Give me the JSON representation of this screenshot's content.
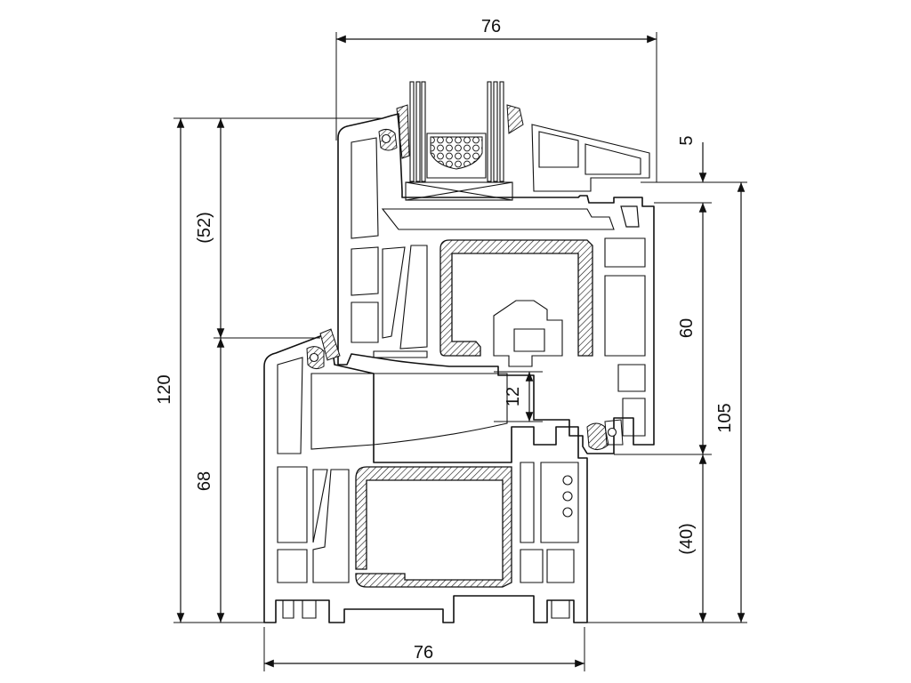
{
  "dimensions": {
    "top_width": "76",
    "bottom_width": "76",
    "total_height": "120",
    "sash_height": "(52)",
    "frame_height": "68",
    "glazing_offset": "5",
    "sash_visible": "60",
    "overlap": "12",
    "height_105": "105",
    "frame_visible": "(40)"
  }
}
